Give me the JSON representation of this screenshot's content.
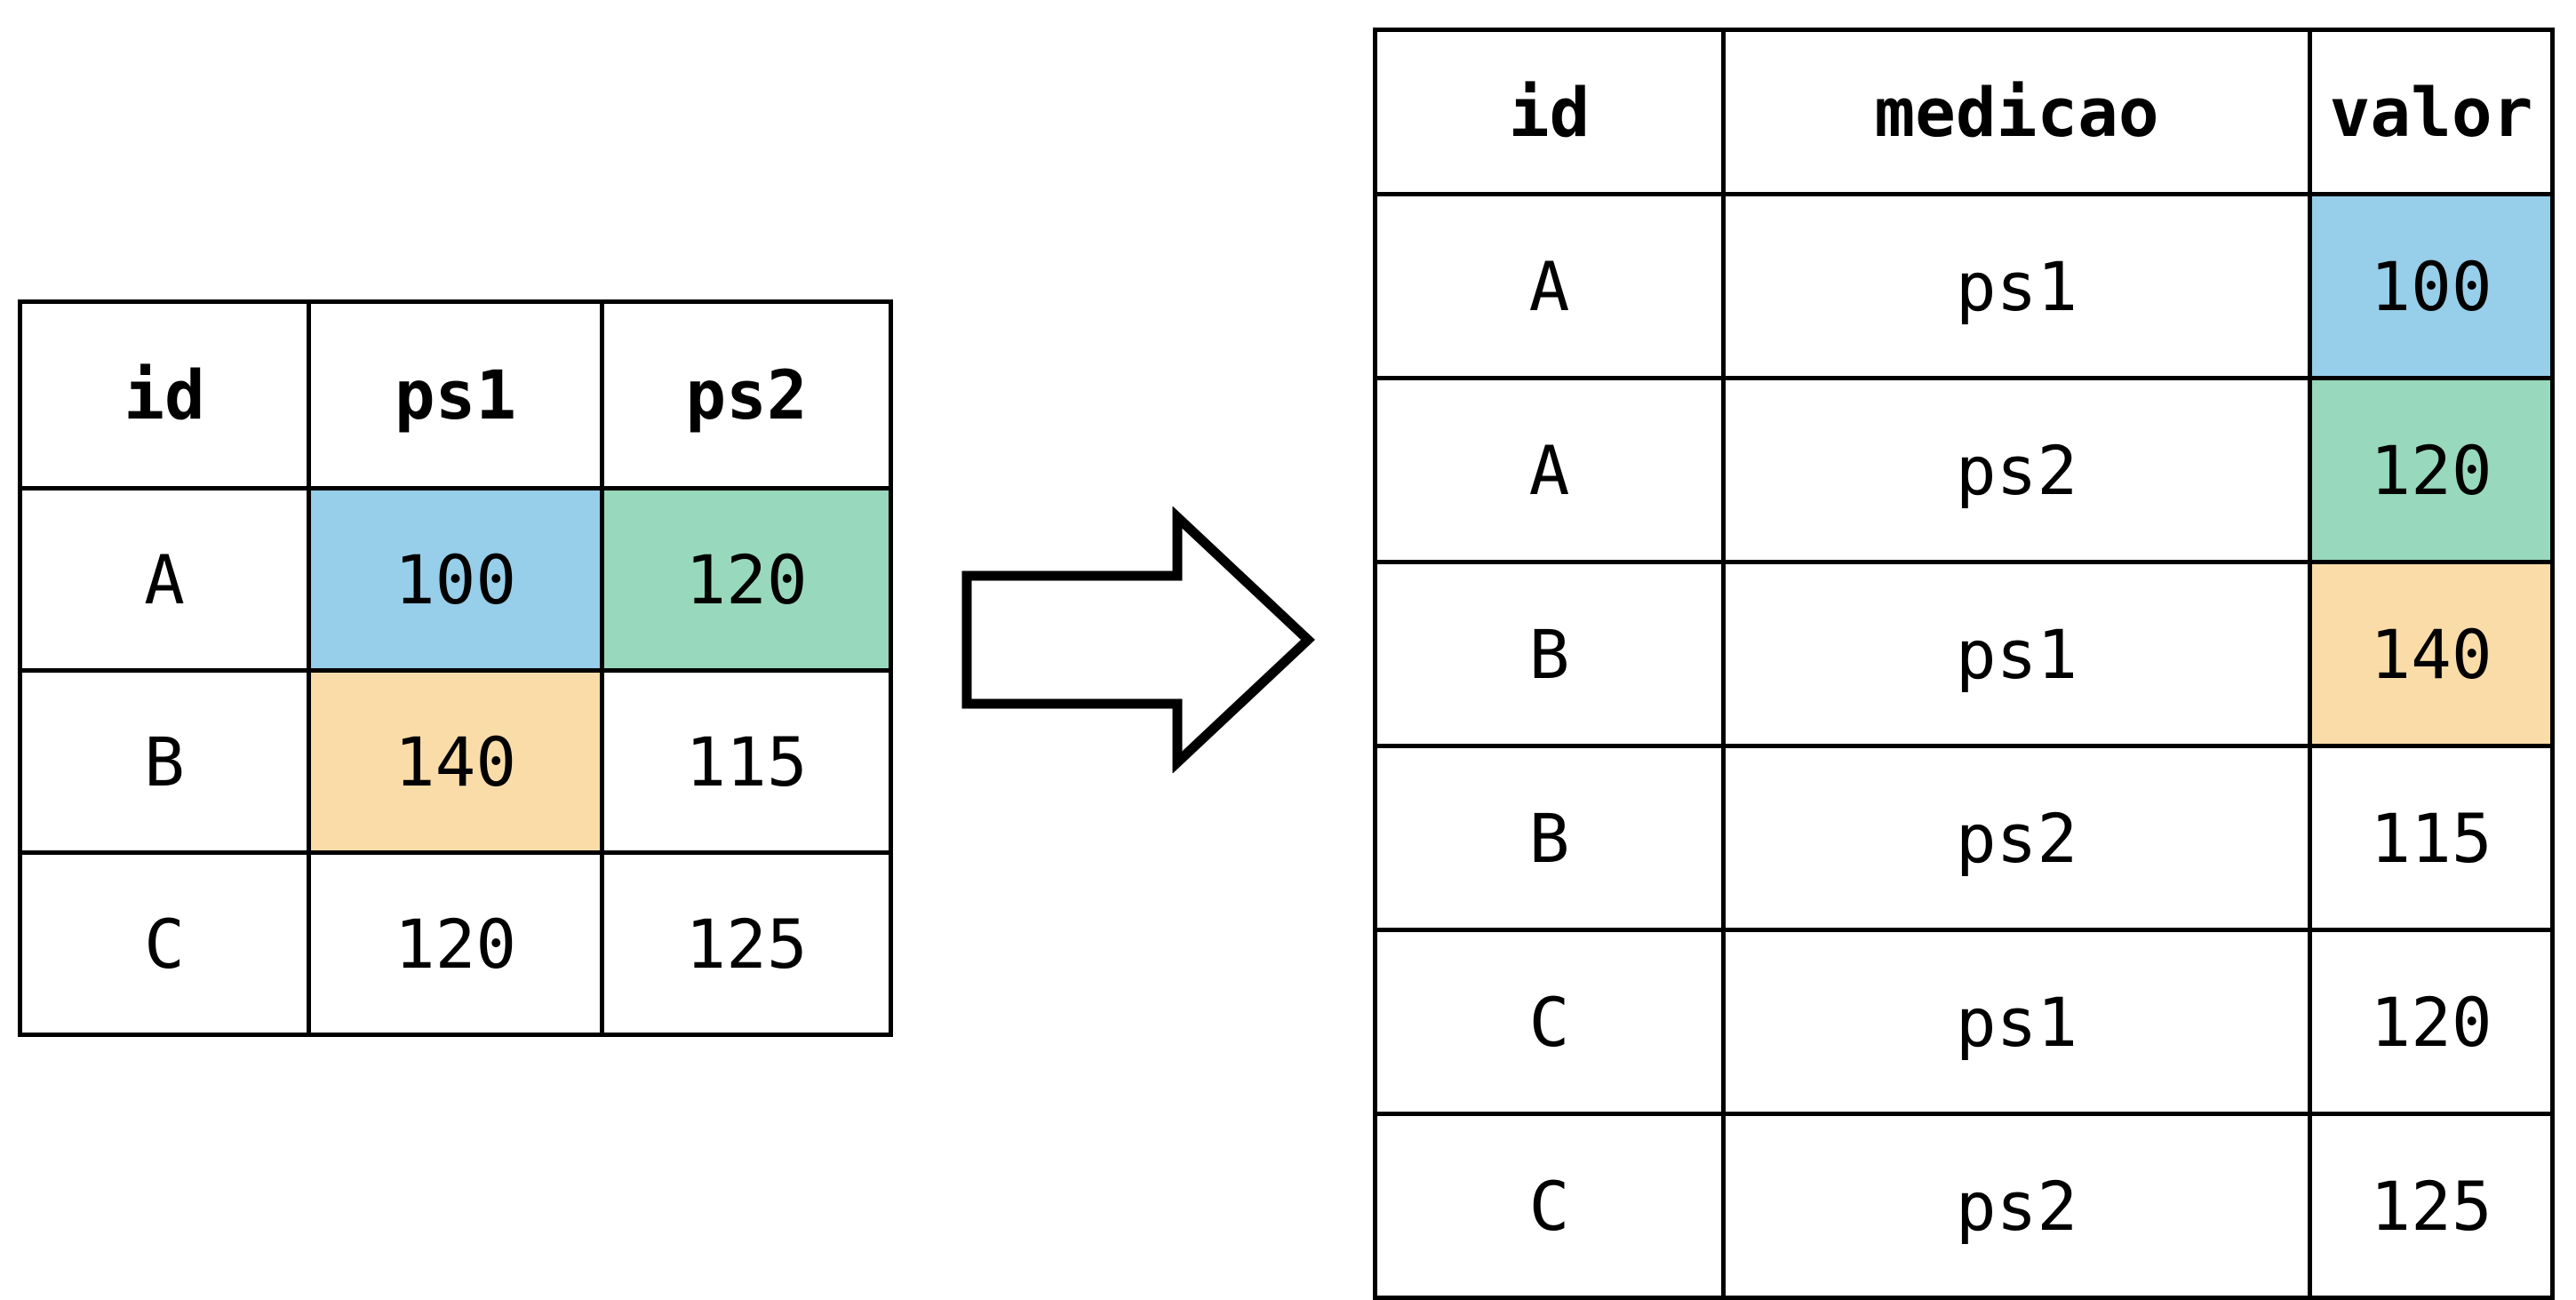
{
  "diagram": {
    "title": "wide-to-long table reshape",
    "arrow": {
      "name": "transform-arrow",
      "direction": "right"
    },
    "colors": {
      "blue": "#97cee9",
      "green": "#98d8bc",
      "orange": "#fadca9",
      "border": "#000000",
      "background": "#ffffff"
    }
  },
  "wide_table": {
    "name": "wide-format-table",
    "headers": [
      "id",
      "ps1",
      "ps2"
    ],
    "rows": [
      {
        "id": "A",
        "ps1": "100",
        "ps2": "120"
      },
      {
        "id": "B",
        "ps1": "140",
        "ps2": "115"
      },
      {
        "id": "C",
        "ps1": "120",
        "ps2": "125"
      }
    ],
    "highlights": [
      {
        "row": 0,
        "col": "ps1",
        "color": "blue"
      },
      {
        "row": 0,
        "col": "ps2",
        "color": "green"
      },
      {
        "row": 1,
        "col": "ps1",
        "color": "orange"
      }
    ]
  },
  "long_table": {
    "name": "long-format-table",
    "headers": [
      "id",
      "medicao",
      "valor"
    ],
    "rows": [
      {
        "id": "A",
        "medicao": "ps1",
        "valor": "100"
      },
      {
        "id": "A",
        "medicao": "ps2",
        "valor": "120"
      },
      {
        "id": "B",
        "medicao": "ps1",
        "valor": "140"
      },
      {
        "id": "B",
        "medicao": "ps2",
        "valor": "115"
      },
      {
        "id": "C",
        "medicao": "ps1",
        "valor": "120"
      },
      {
        "id": "C",
        "medicao": "ps2",
        "valor": "125"
      }
    ],
    "highlights": [
      {
        "row": 0,
        "col": "valor",
        "color": "blue"
      },
      {
        "row": 1,
        "col": "valor",
        "color": "green"
      },
      {
        "row": 2,
        "col": "valor",
        "color": "orange"
      }
    ]
  }
}
